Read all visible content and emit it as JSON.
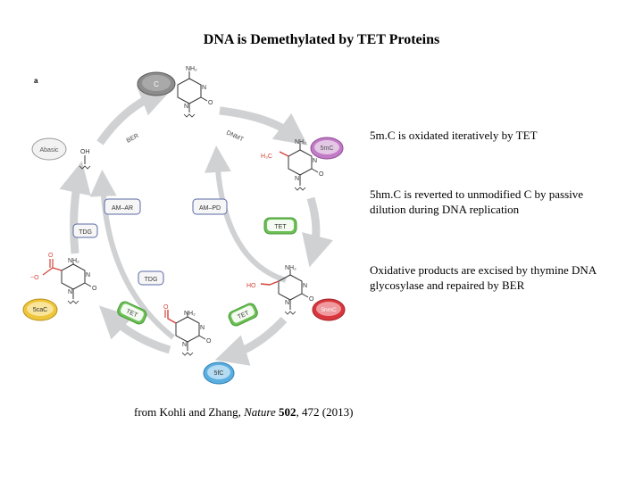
{
  "title": "DNA is Demethylated by TET Proteins",
  "panel_label": "a",
  "notes": [
    "5m.C is oxidated iteratively by TET",
    "5hm.C is reverted to unmodified C by passive dilution during DNA replication",
    "Oxidative products are excised by thymine DNA glycosylase and repaired by BER"
  ],
  "caption": {
    "prefix": "from Kohli and Zhang, ",
    "journal": "Nature",
    "volume": "502",
    "suffix": ", 472 (2013)"
  },
  "nodes": {
    "c": "C",
    "mc": "5mC",
    "hmc": "5hmC",
    "fc": "5fC",
    "cac": "5caC",
    "abasic": "Abasic"
  },
  "arrow_labels": {
    "ber": "BER",
    "dnmt": "DNMT",
    "tet_right": "TET",
    "tet_bottom_right": "TET",
    "tet_bottom_left": "TET",
    "tdg_left": "TDG",
    "tdg_inner": "TDG",
    "am_ar": "AM–AR",
    "am_pd": "AM–PD"
  },
  "chem_labels": {
    "nh2": "NH₂",
    "n": "N",
    "o": "O",
    "oh": "OH",
    "ho": "HO",
    "h3c": "H₃C",
    "o_minus": "−O"
  },
  "colors": {
    "c": "#8c8c8c",
    "mc": "#c27bc6",
    "hmc": "#d9363e",
    "fc": "#5aaee0",
    "cac": "#efc53a",
    "tet": "#6cc055",
    "arrow": "#cfd1d3",
    "modification": "#d4423a"
  }
}
